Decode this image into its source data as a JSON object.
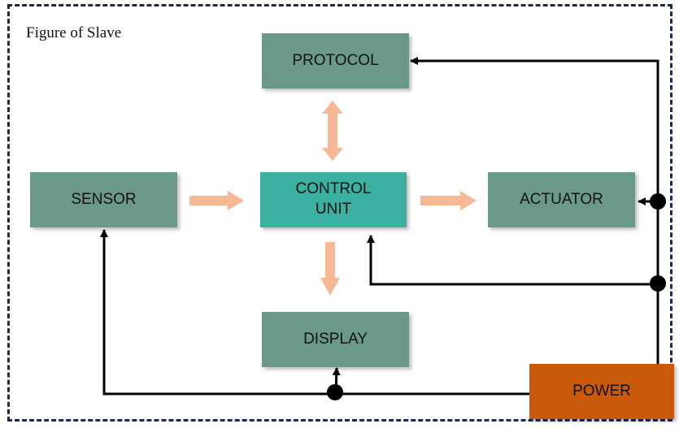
{
  "caption": "Figure of Slave",
  "blocks": {
    "protocol": "PROTOCOL",
    "sensor": "SENSOR",
    "control_unit_line1": "CONTROL",
    "control_unit_line2": "UNIT",
    "actuator": "ACTUATOR",
    "display": "DISPLAY",
    "power": "POWER"
  },
  "colors": {
    "block_fill": "#6a9a87",
    "control_unit_fill": "#3ab1a0",
    "power_fill": "#c85a09",
    "arrow_fill": "#f6b895",
    "wire": "#000000",
    "frame_border": "#1f2a4a"
  }
}
